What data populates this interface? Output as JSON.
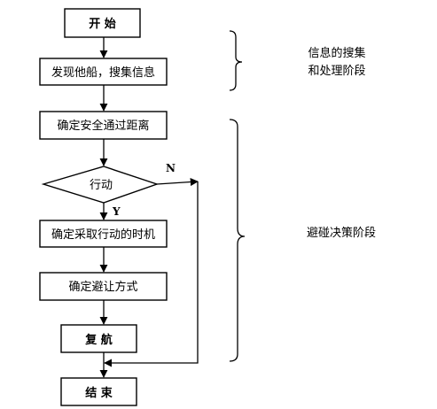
{
  "flowchart": {
    "nodes": {
      "start": "开 始",
      "discover": "发现他船，搜集信息",
      "distance": "确定安全通过距离",
      "action": "行动",
      "timing": "确定采取行动的时机",
      "method": "确定避让方式",
      "resume": "复 航",
      "end": "结 束"
    },
    "branches": {
      "no": "N",
      "yes": "Y"
    }
  },
  "phases": {
    "info": {
      "line1": "信息的搜集",
      "line2": "和处理阶段"
    },
    "decision": "避碰决策阶段"
  }
}
